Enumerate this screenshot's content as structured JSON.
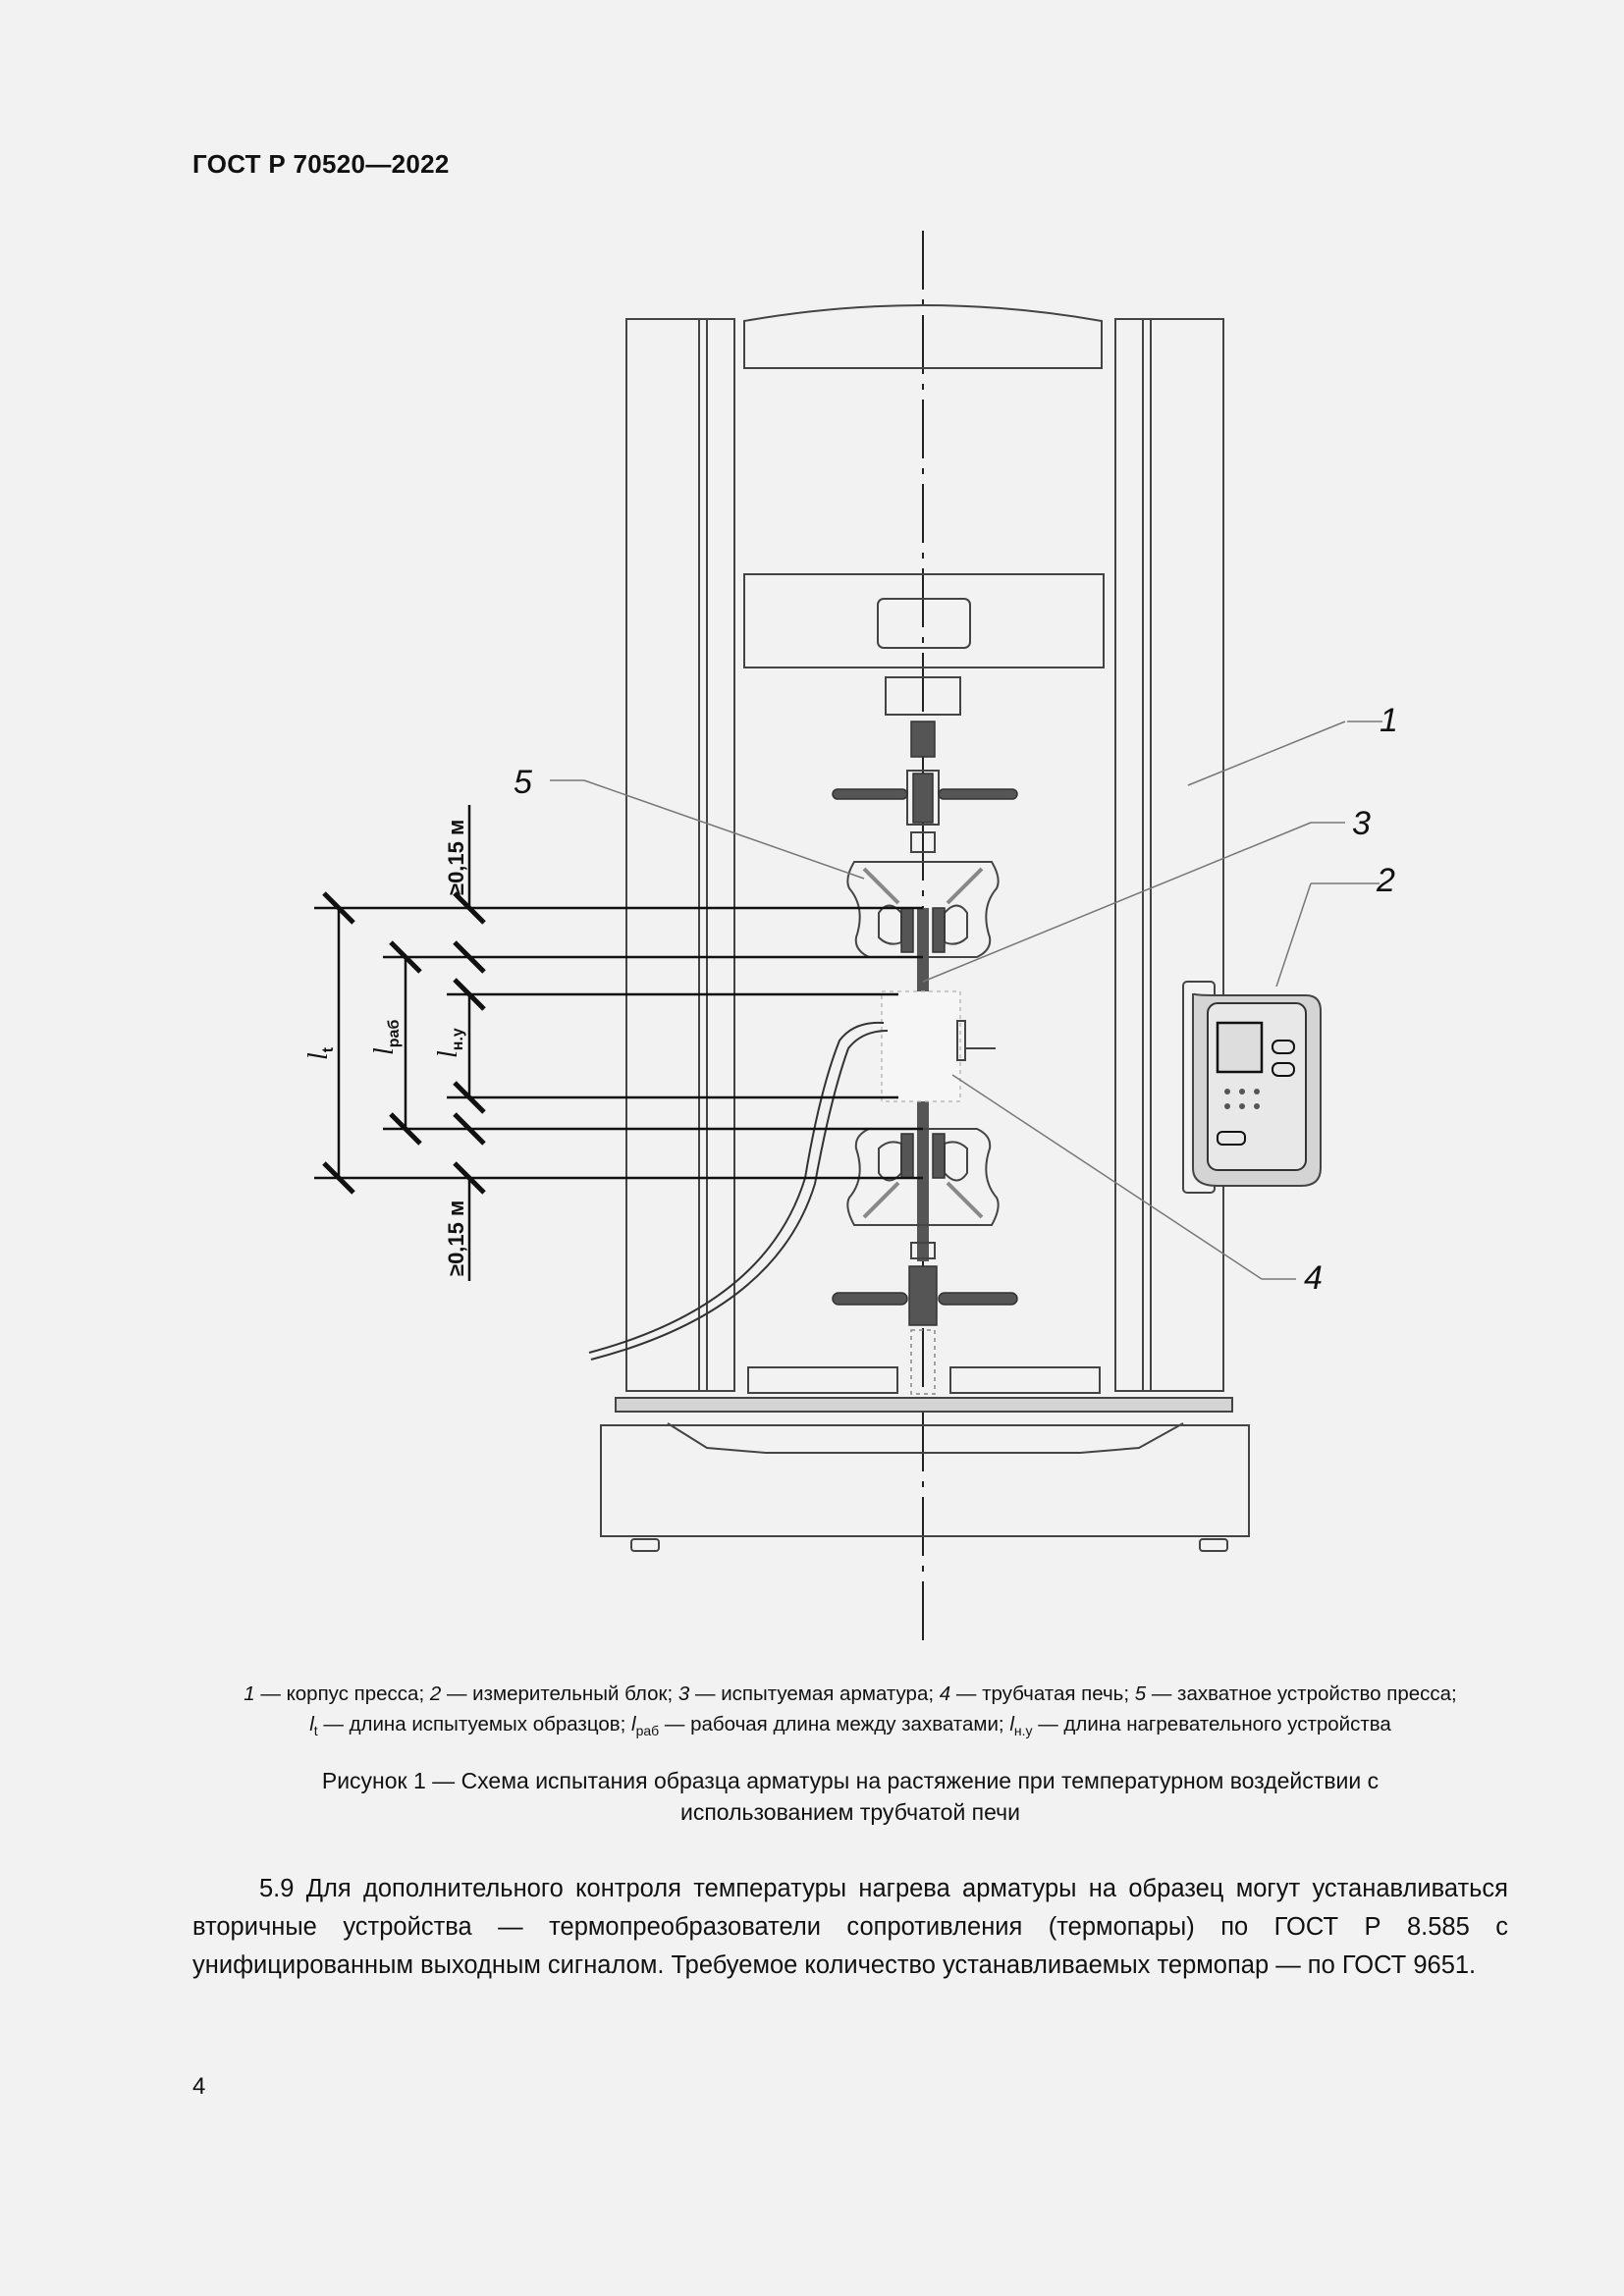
{
  "header": {
    "standard": "ГОСТ Р 70520—2022"
  },
  "figure": {
    "callouts": [
      "1",
      "2",
      "3",
      "4",
      "5"
    ],
    "dimensions": {
      "top_clearance": "≥0,15 м",
      "bottom_clearance": "≥0,15 м",
      "lt": {
        "symbol": "l",
        "sub": "t"
      },
      "lrab": {
        "symbol": "l",
        "sub": "раб"
      },
      "lny": {
        "symbol": "l",
        "sub": "н.у"
      }
    }
  },
  "legend": {
    "items": [
      {
        "num": "1",
        "text": "корпус пресса;"
      },
      {
        "num": "2",
        "text": "измерительный блок;"
      },
      {
        "num": "3",
        "text": "испытуемая арматура;"
      },
      {
        "num": "4",
        "text": "трубчатая печь;"
      },
      {
        "num": "5",
        "text": "захватное устройство пресса;"
      }
    ],
    "symbols": [
      {
        "symbol": "l",
        "sub": "t",
        "text": "длина испытуемых образцов;"
      },
      {
        "symbol": "l",
        "sub": "раб",
        "text": "рабочая длина между захватами;"
      },
      {
        "symbol": "l",
        "sub": "н.у",
        "text": "длина нагревательного устройства"
      }
    ],
    "dash": "—"
  },
  "caption": {
    "line1": "Рисунок 1 — Схема испытания образца арматуры на растяжение при температурном воздействии с",
    "line2": "использованием трубчатой печи"
  },
  "body": {
    "paragraph": "5.9 Для дополнительного контроля температуры нагрева арматуры на образец могут устанавливаться вторичные устройства — термопреобразователи сопротивления (термопары) по ГОСТ Р 8.585 с унифицированным выходным сигналом. Требуемое количество устанавливаемых термопар — по ГОСТ 9651."
  },
  "page_number": "4"
}
